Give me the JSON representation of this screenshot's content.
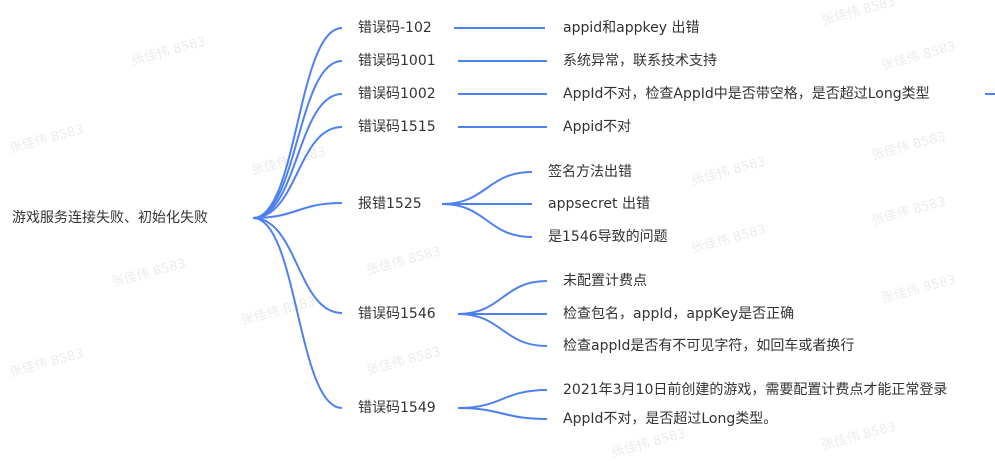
{
  "watermark": "张佳伟 8583",
  "colors": {
    "line": "#4f80f0",
    "text": "#333333",
    "watermark": "#ececec",
    "background": "#ffffff"
  },
  "root": {
    "label": "游戏服务连接失败、初始化失败"
  },
  "branches": [
    {
      "label": "错误码-102",
      "children": [
        "appid和appkey 出错"
      ]
    },
    {
      "label": "错误码1001",
      "children": [
        "系统异常，联系技术支持"
      ]
    },
    {
      "label": "错误码1002",
      "children": [
        "AppId不对，检查AppId中是否带空格，是否超过Long类型"
      ]
    },
    {
      "label": "错误码1515",
      "children": [
        "Appid不对"
      ]
    },
    {
      "label": "报错1525",
      "children": [
        "签名方法出错",
        "appsecret 出错",
        "是1546导致的问题"
      ]
    },
    {
      "label": "错误码1546",
      "children": [
        "未配置计费点",
        "检查包名，appId，appKey是否正确",
        "检查appId是否有不可见字符，如回车或者换行"
      ]
    },
    {
      "label": "错误码1549",
      "children": [
        "2021年3月10日前创建的游戏，需要配置计费点才能正常登录",
        "AppId不对，是否超过Long类型。"
      ]
    }
  ]
}
